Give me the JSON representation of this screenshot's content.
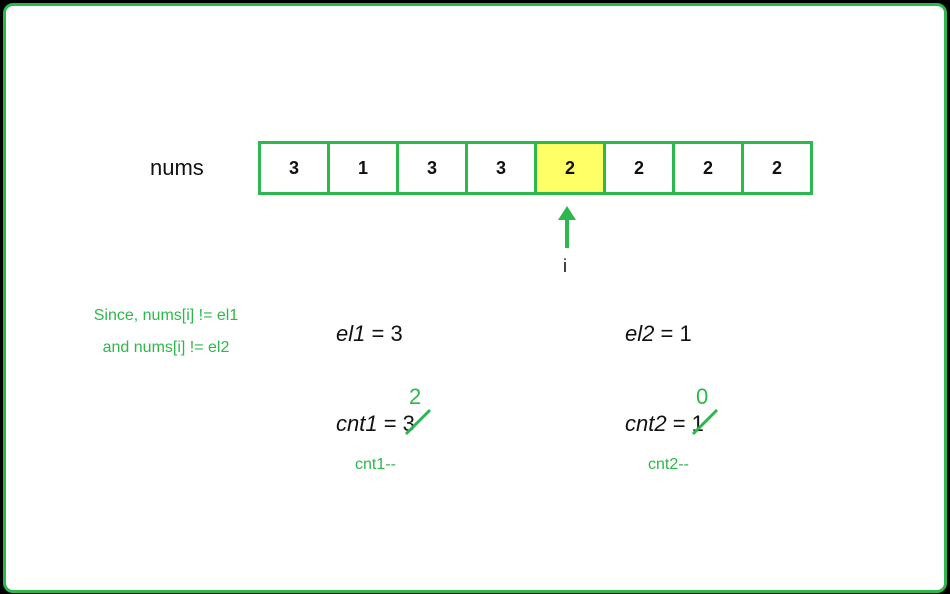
{
  "array": {
    "label": "nums",
    "values": [
      "3",
      "1",
      "3",
      "3",
      "2",
      "2",
      "2",
      "2"
    ],
    "highlight_index": 4,
    "highlight_color": "#ffff66",
    "border_color": "#2db84d"
  },
  "pointer": {
    "label": "i"
  },
  "note": {
    "line1": "Since, nums[i] != el1",
    "line2": "and nums[i] != el2"
  },
  "el1": {
    "name": "el1",
    "eq": " = ",
    "value": "3"
  },
  "el2": {
    "name": "el2",
    "eq": " = ",
    "value": "1"
  },
  "cnt1": {
    "name": "cnt1",
    "eq": " = ",
    "old_value": "3",
    "new_value": "2",
    "op": "cnt1--"
  },
  "cnt2": {
    "name": "cnt2",
    "eq": " = ",
    "old_value": "1",
    "new_value": "0",
    "op": "cnt2--"
  },
  "accent_color": "#2db84d"
}
